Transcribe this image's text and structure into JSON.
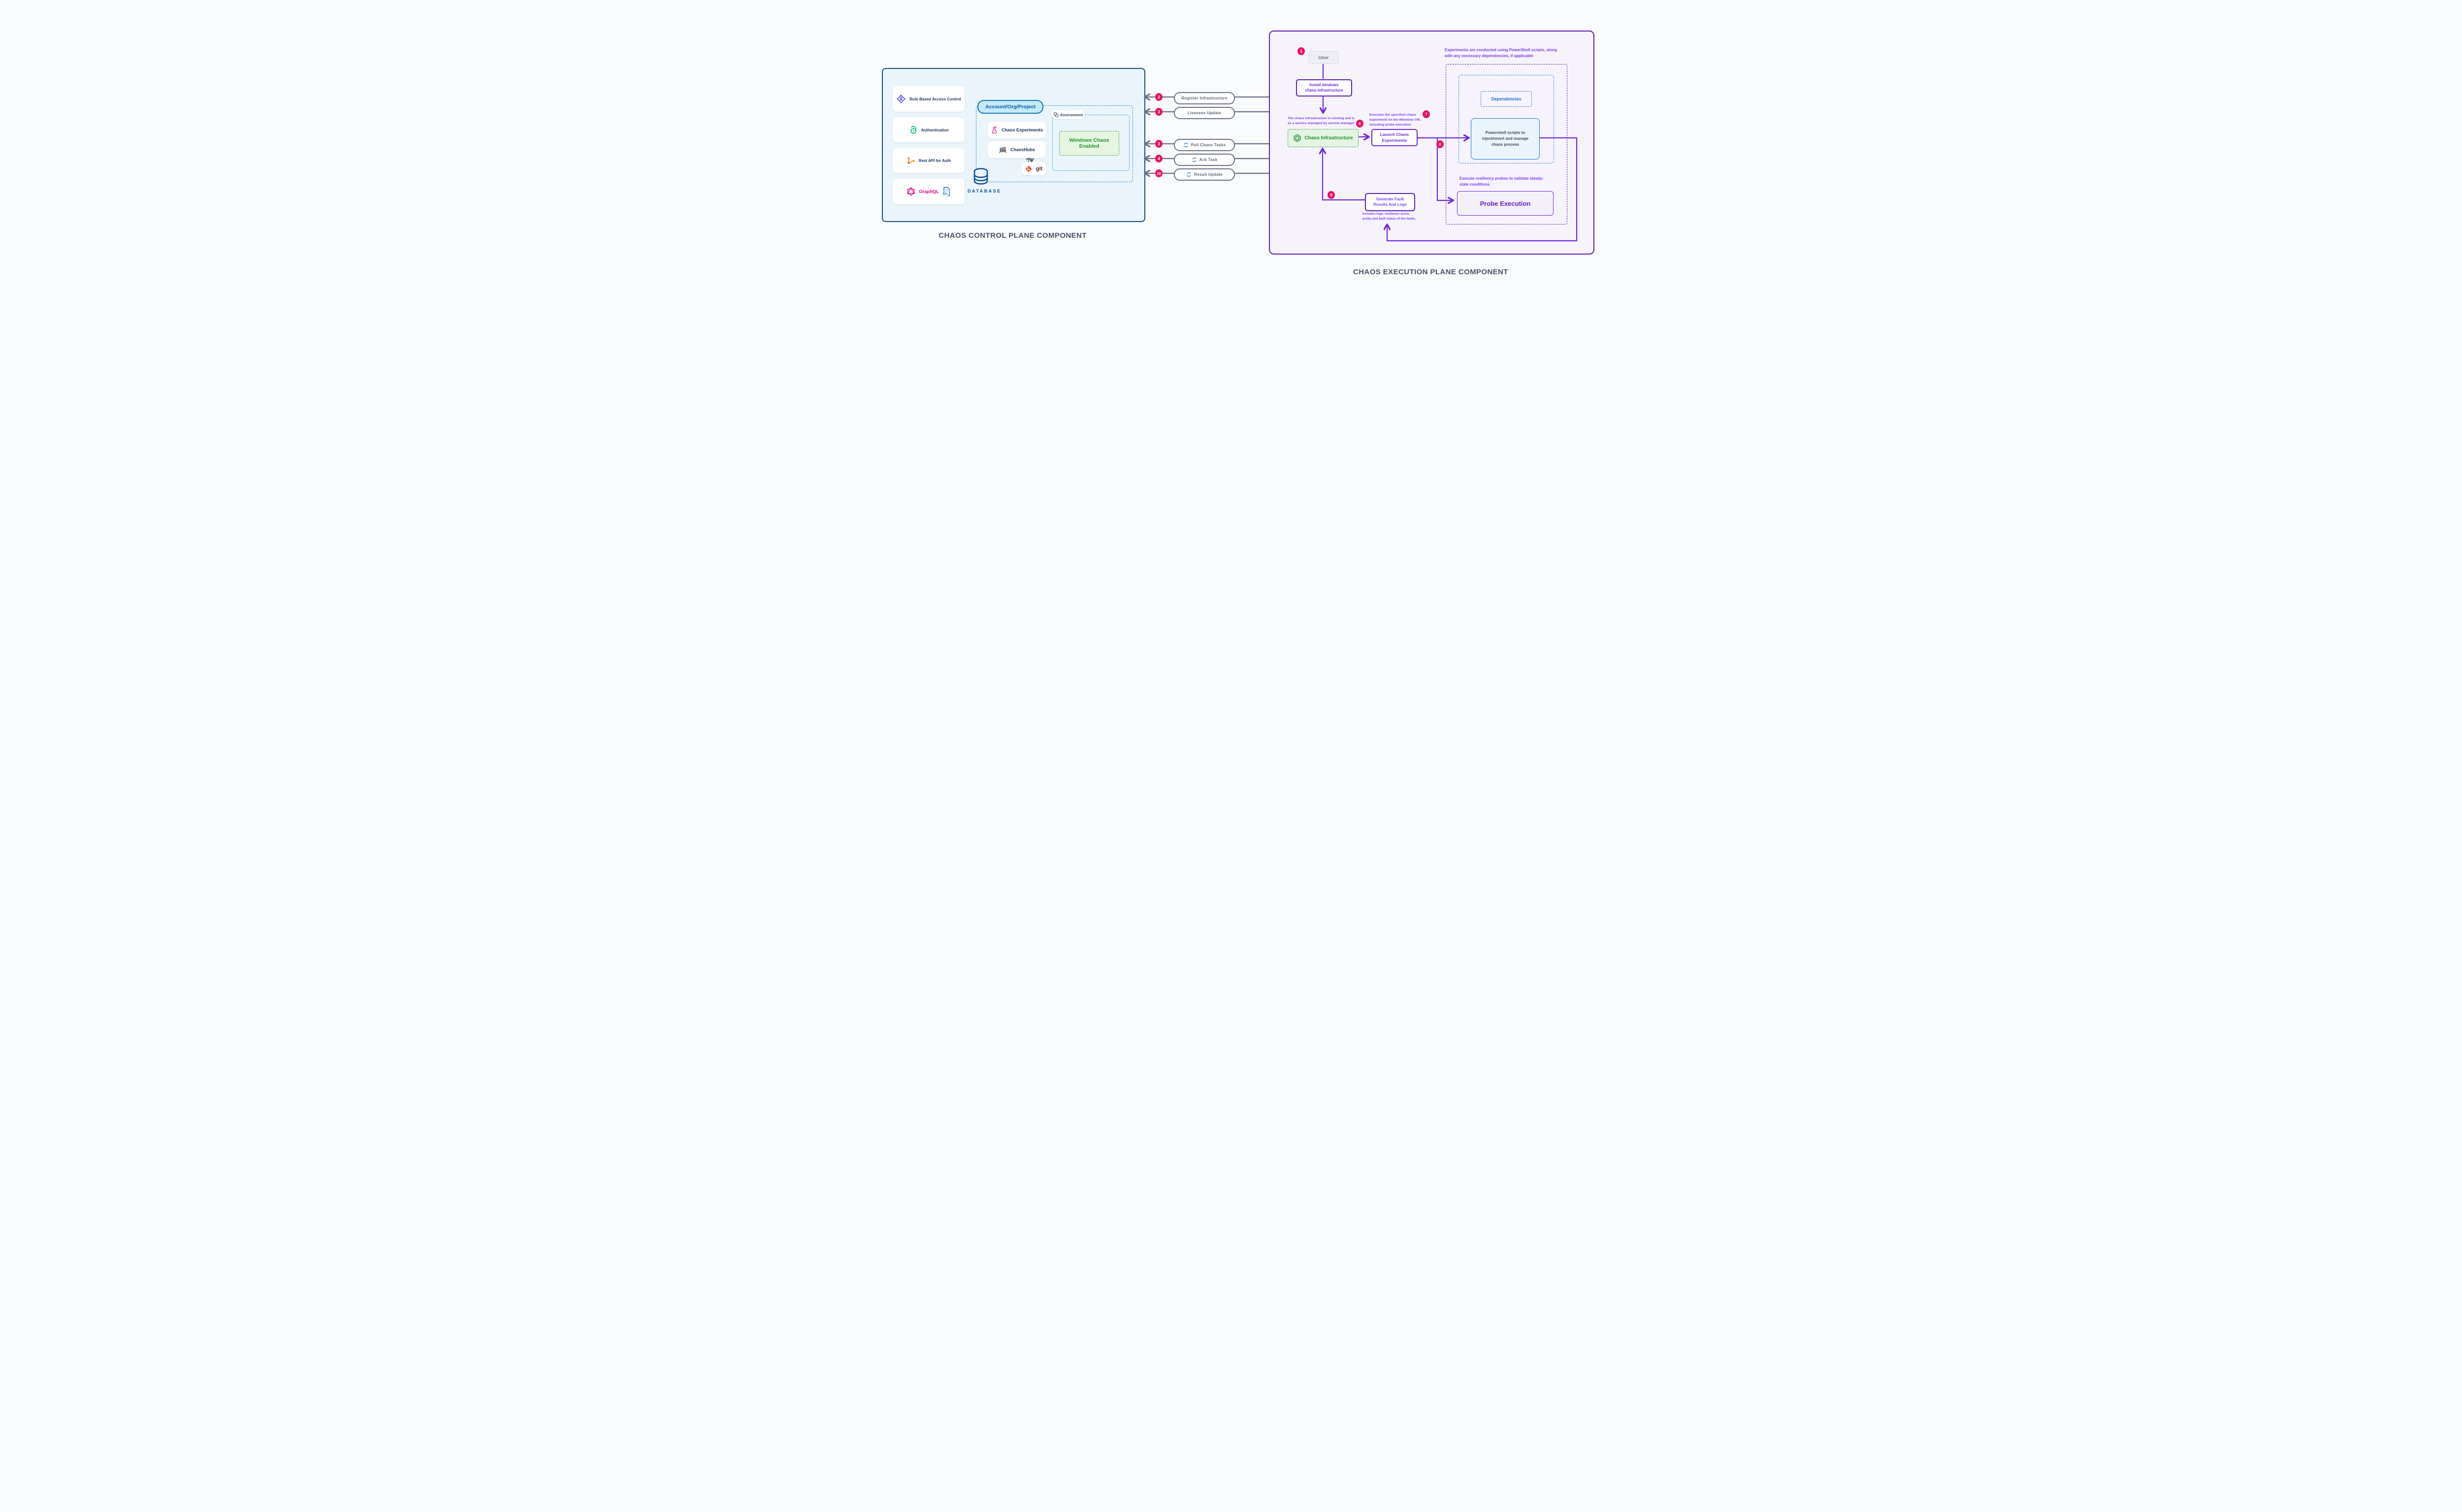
{
  "left_panel": {
    "title": "CHAOS CONTROL PLANE COMPONENT",
    "cards": [
      {
        "label": "Role Based Access Control"
      },
      {
        "label": "Authentication"
      },
      {
        "label": "Rest API for Auth"
      },
      {
        "label": "GraphQL",
        "api_doc_label": "API"
      }
    ],
    "account_group": {
      "label": "Account/Org/Project",
      "items": [
        {
          "label": "Chaos Experiments"
        },
        {
          "label": "ChaosHubs"
        }
      ],
      "git_label": "git"
    },
    "environment": {
      "label": "Environment",
      "box_label": "Windows Chaos\nEnabled"
    },
    "database_label": "DATABASE"
  },
  "flows": [
    {
      "number": "2",
      "label": "Register Infrastructure"
    },
    {
      "number": "3",
      "label": "Liveness Update"
    },
    {
      "number": "3",
      "label": "Poll Chaos Tasks"
    },
    {
      "number": "4",
      "label": "Ack Task"
    },
    {
      "number": "10",
      "label": "Result Update"
    }
  ],
  "right_panel": {
    "title": "CHAOS EXECUTION PLANE COMPONENT",
    "badges": {
      "user": "1",
      "running": "6",
      "executes": "7",
      "probe": "8",
      "results": "9"
    },
    "user_label": "User",
    "install_label": "Install windows\nchaos infrastructure",
    "running_note": "The chaos infrastructure is running and is\nas a service managed by service manager",
    "chaos_infrastructure_label": "Chaos Infrastructure",
    "executes_note": "Executes the specified chaos\nexperiment on the Windows VM,\nincluding probe execution",
    "launch_label": "Launch Chaos\nExperiments",
    "powershell_note": "Experiments are conducted using PowerShell scripts, along\nwith any necessary dependencies, if applicable",
    "dependencies_label": "Dependencies",
    "powershell_box_label": "Powershell scripts to\ninject/revert and manage\nchaos process",
    "probe_note": "Execute resiliency probes to validate steady-\nstate conditions",
    "probe_box_label": "Probe Execution",
    "generate_label": "Generate Fault\nResults And Logs",
    "results_note": "Includes logs, resilience score,\nprobe and fault status of the faults."
  },
  "colors": {
    "accent_blue": "#1d7fd8",
    "navy_border": "#0d4d8c",
    "purple": "#6d28d9",
    "badge_pink": "#ec1160",
    "green": "#1e9429",
    "slate_line": "#686e84"
  }
}
